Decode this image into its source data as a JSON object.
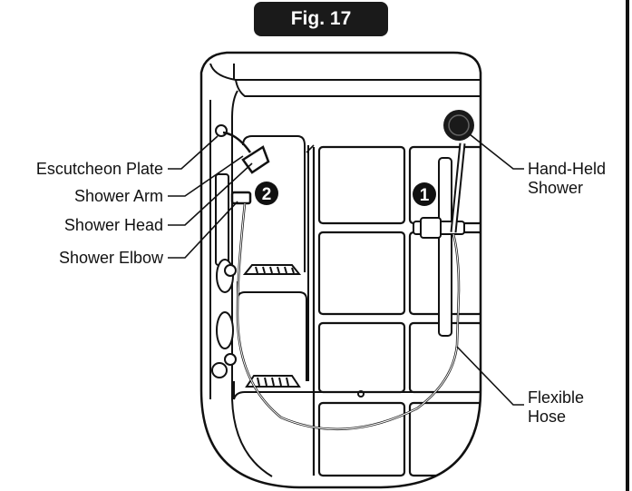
{
  "figure": {
    "title": "Fig. 17"
  },
  "callouts": {
    "step_1": "1",
    "step_2": "2"
  },
  "labels": {
    "escutcheon_plate": "Escutcheon Plate",
    "shower_arm": "Shower Arm",
    "shower_head": "Shower Head",
    "shower_elbow": "Shower Elbow",
    "hand_held_line1": "Hand-Held",
    "hand_held_line2": "Shower",
    "flexible_line1": "Flexible",
    "flexible_line2": "Hose"
  },
  "colors": {
    "line": "#111111",
    "badge": "#1a1a1a",
    "background": "#ffffff"
  }
}
